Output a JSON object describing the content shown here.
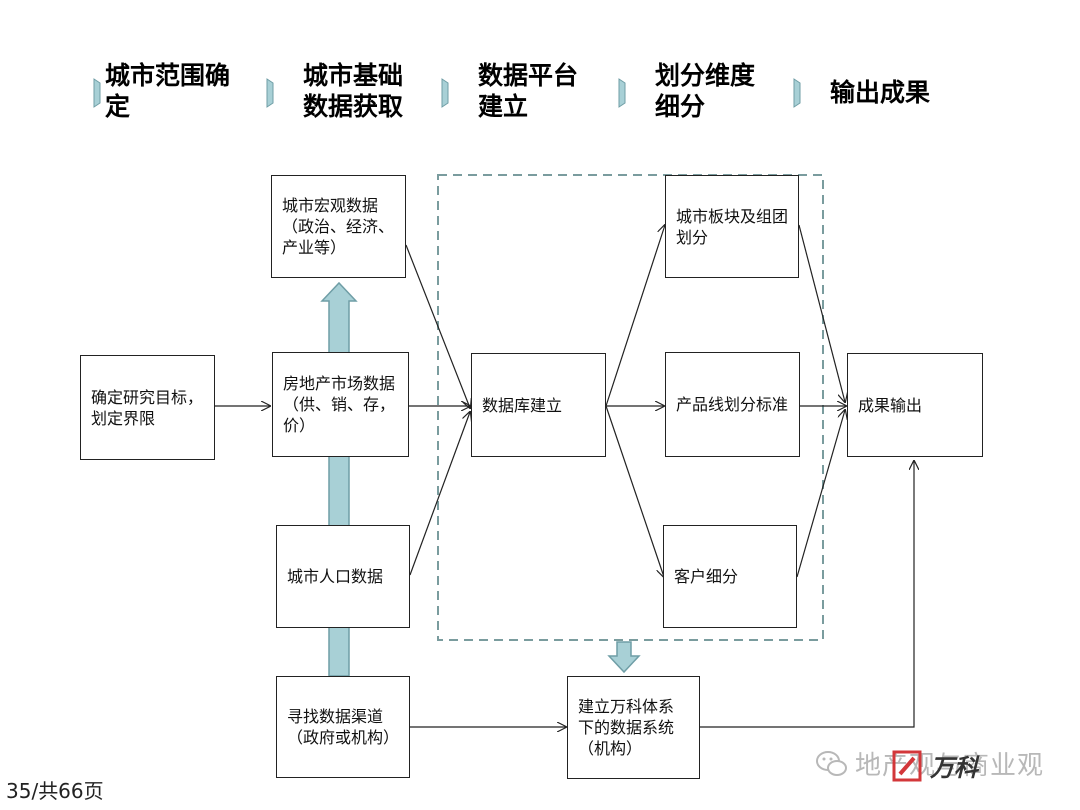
{
  "stages": [
    "城市范围确\n定",
    "城市基础\n数据获取",
    "数据平台\n建立",
    "划分维度\n细分",
    "输出成果"
  ],
  "boxes": {
    "goal": "确定研究目标，划定界限",
    "macro": "城市宏观数据（政治、经济、产业等）",
    "market": "房地产市场数据（供、销、存，价）",
    "population": "城市人口数据",
    "channel": "寻找数据渠道（政府或机构）",
    "database": "数据库建立",
    "block": "城市板块及组团划分",
    "product": "产品线划分标准",
    "customer": "客户细分",
    "output": "成果输出",
    "system": "建立万科体系下的数据系统（机构）"
  },
  "footer": {
    "page": "35/共66页"
  },
  "watermark": {
    "text": "地产观与商业观",
    "logo_text": "万科"
  },
  "colors": {
    "arrow_fill": "#a8d0d6",
    "arrow_stroke": "#6f9ea6",
    "dashed": "#7a9c9e"
  },
  "icons": [
    "chevron-icon",
    "wechat-icon",
    "vanke-logo-icon"
  ]
}
